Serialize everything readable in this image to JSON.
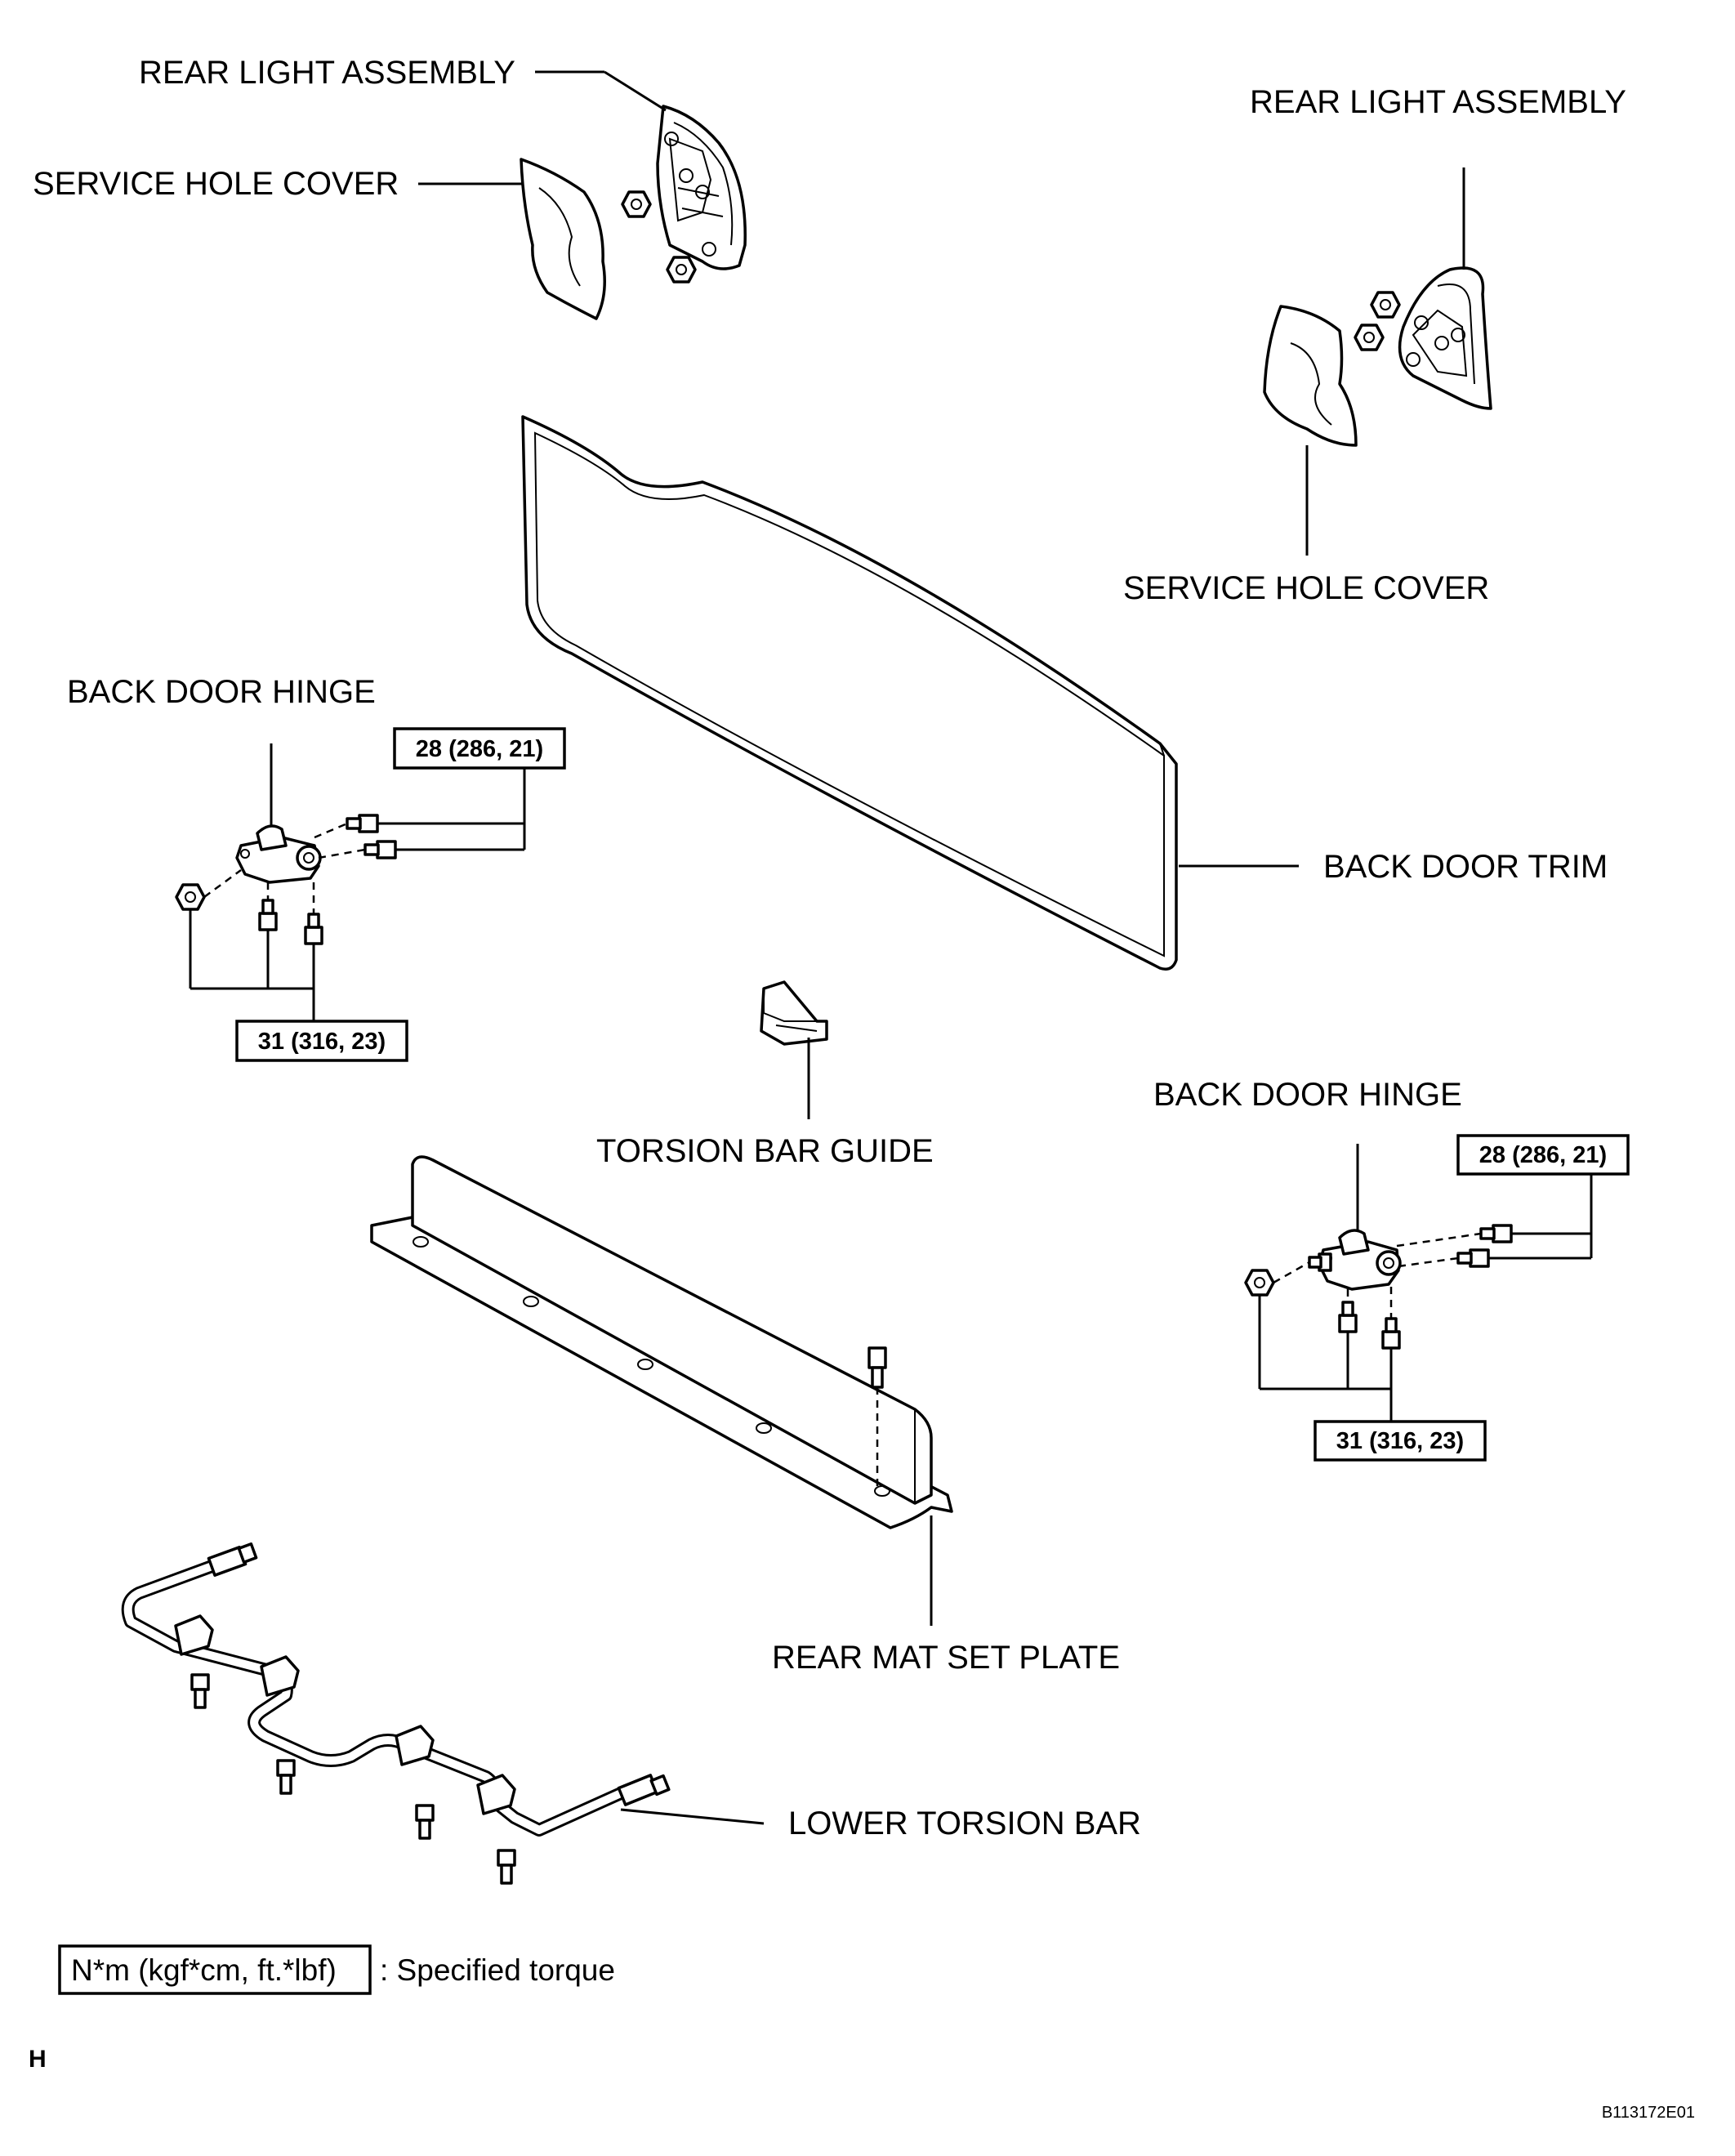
{
  "labels": {
    "rear_light_assembly_left": "REAR LIGHT ASSEMBLY",
    "rear_light_assembly_right": "REAR LIGHT ASSEMBLY",
    "service_hole_cover_left": "SERVICE HOLE COVER",
    "service_hole_cover_right": "SERVICE HOLE COVER",
    "back_door_hinge_left": "BACK DOOR HINGE",
    "back_door_hinge_right": "BACK DOOR HINGE",
    "back_door_trim": "BACK DOOR TRIM",
    "torsion_bar_guide": "TORSION BAR GUIDE",
    "rear_mat_set_plate": "REAR MAT SET PLATE",
    "lower_torsion_bar": "LOWER TORSION BAR"
  },
  "torques": {
    "left_hinge_upper": "28 (286, 21)",
    "left_hinge_lower": "31 (316, 23)",
    "right_hinge_upper": "28 (286, 21)",
    "right_hinge_lower": "31 (316, 23)"
  },
  "legend": {
    "unit_box": "N*m (kgf*cm, ft.*lbf)",
    "description": ": Specified torque"
  },
  "footer": {
    "section_letter": "H",
    "figure_code": "B113172E01"
  }
}
